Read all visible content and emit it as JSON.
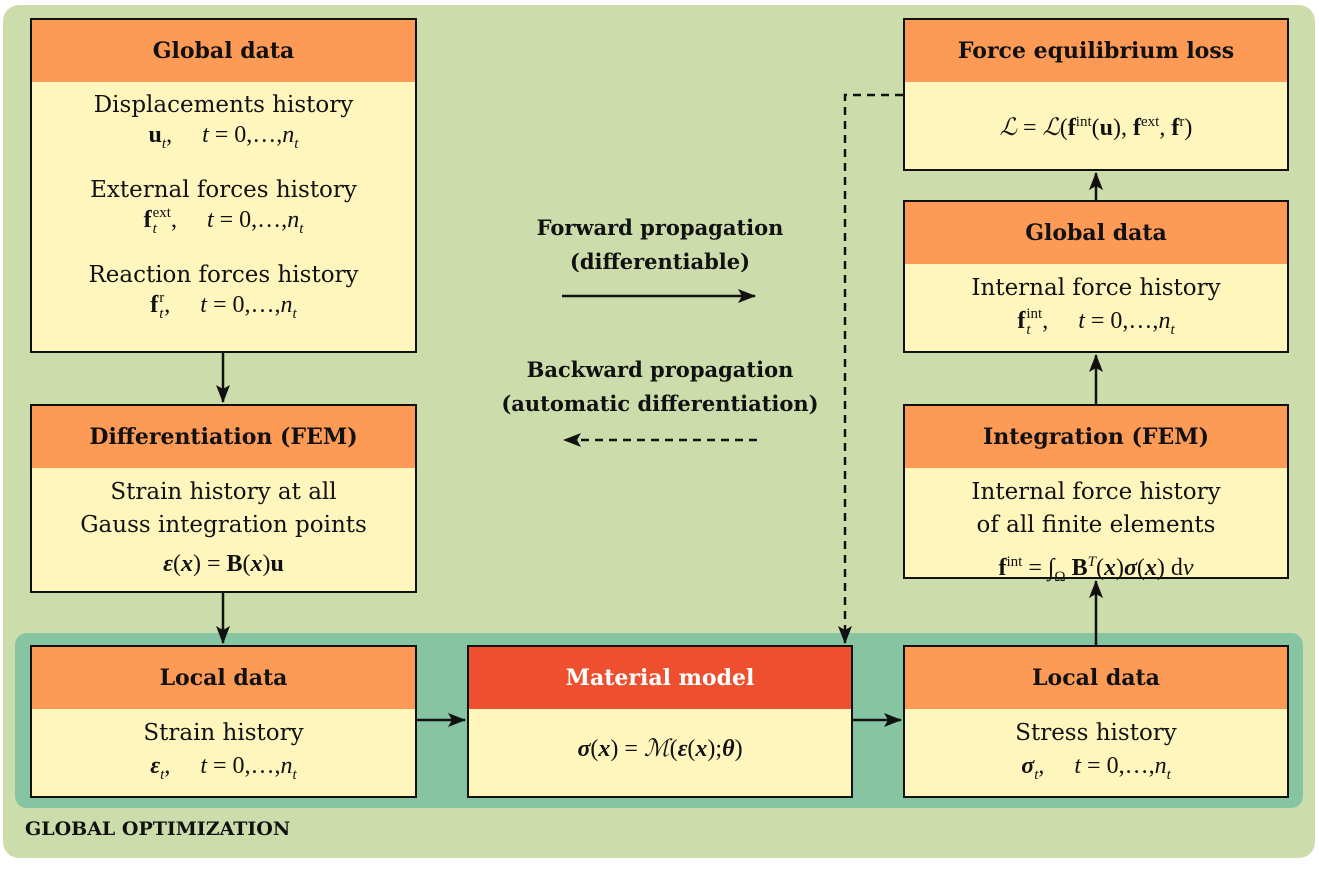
{
  "global_data_left": {
    "title": "Global data",
    "line1": "Displacements history",
    "line2": "External forces history",
    "line3": "Reaction forces history"
  },
  "differentiation": {
    "title": "Differentiation (FEM)",
    "line1": "Strain history at all",
    "line2": "Gauss integration points"
  },
  "local_data_left": {
    "title": "Local data",
    "line1": "Strain history"
  },
  "material_model": {
    "title": "Material model"
  },
  "local_data_right": {
    "title": "Local data",
    "line1": "Stress history"
  },
  "integration": {
    "title": "Integration (FEM)",
    "line1": "Internal force history",
    "line2": "of all finite elements"
  },
  "global_data_right": {
    "title": "Global data",
    "line1": "Internal force history"
  },
  "loss": {
    "title": "Force equilibrium loss"
  },
  "legend": {
    "forward1": "Forward propagation",
    "forward2": "(differentiable)",
    "backward1": "Backward propagation",
    "backward2": "(automatic differentiation)"
  },
  "footer": "GLOBAL OPTIMIZATION",
  "colors": {
    "background": "#cddcab",
    "band": "#87c4a1",
    "box": "#fff6be",
    "header": "#fd9a56",
    "header_highlight": "#ee502f"
  }
}
